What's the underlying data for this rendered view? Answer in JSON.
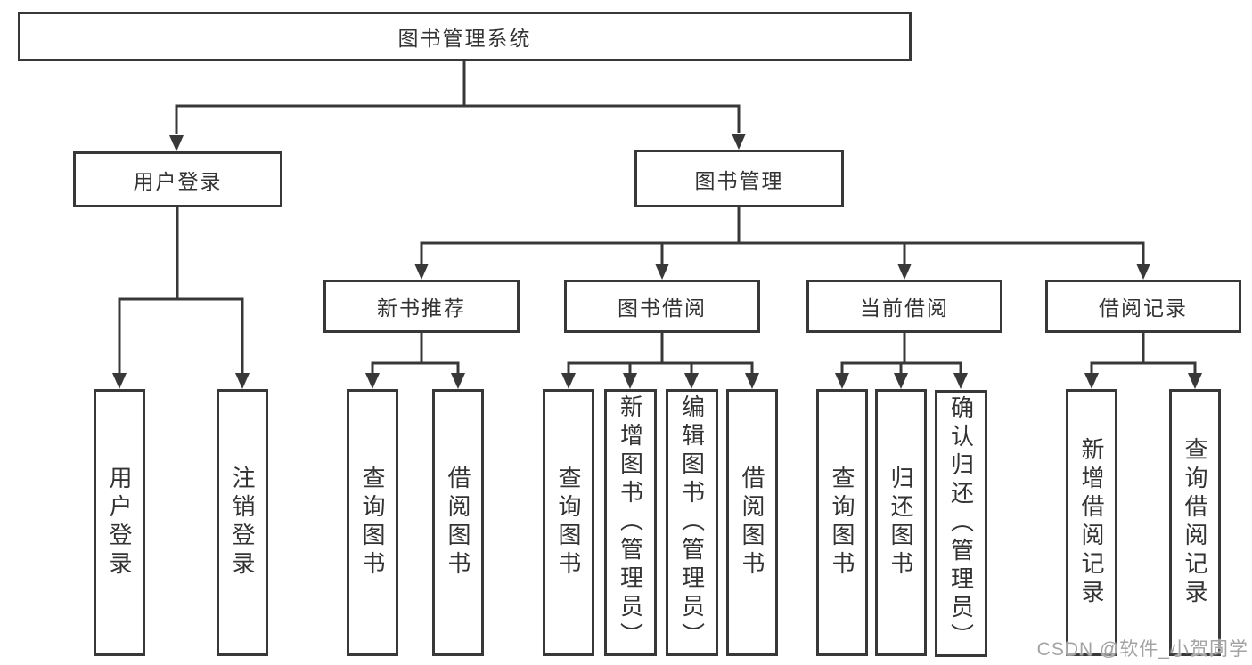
{
  "colors": {
    "line": "#383838",
    "box_border": "#383838",
    "box_text": "#333333",
    "watermark_text": "#a3a3a3",
    "background": "#ffffff"
  },
  "watermark": {
    "text": "CSDN @软件_小贺同学"
  },
  "tree": {
    "root": "图书管理系统",
    "branches": [
      {
        "label": "用户登录",
        "children": [
          "用户登录",
          "注销登录"
        ]
      },
      {
        "label": "图书管理",
        "children": [
          {
            "label": "新书推荐",
            "children": [
              "查询图书",
              "借阅图书"
            ]
          },
          {
            "label": "图书借阅",
            "children": [
              "查询图书",
              "新增图书（管理员）",
              "编辑图书（管理员）",
              "借阅图书"
            ]
          },
          {
            "label": "当前借阅",
            "children": [
              "查询图书",
              "归还图书",
              "确认归还（管理员）"
            ]
          },
          {
            "label": "借阅记录",
            "children": [
              "新增借阅记录",
              "查询借阅记录"
            ]
          }
        ]
      }
    ]
  }
}
